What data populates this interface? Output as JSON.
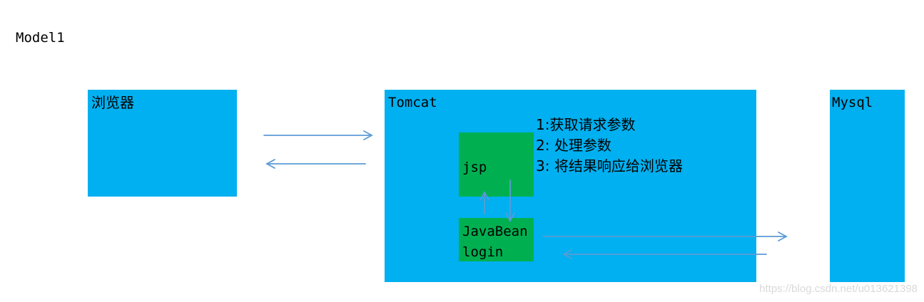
{
  "title": "Model1",
  "browser": {
    "label": "浏览器"
  },
  "tomcat": {
    "label": "Tomcat"
  },
  "jsp": {
    "label": "jsp"
  },
  "javabean": {
    "line1": "JavaBean",
    "line2": "login"
  },
  "mysql": {
    "label": "Mysql"
  },
  "steps": [
    "1:获取请求参数",
    "2: 处理参数",
    "3: 将结果响应给浏览器"
  ],
  "watermark": "https://blog.csdn.net/u013621398",
  "colors": {
    "container": "#00b0f0",
    "component": "#00b050",
    "arrow": "#5b9bd5"
  }
}
